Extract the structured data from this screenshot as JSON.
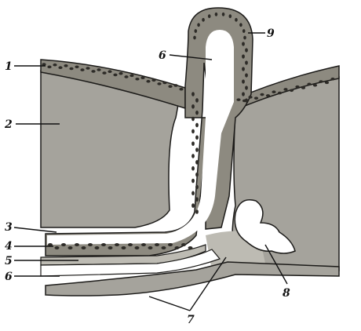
{
  "figure": {
    "colors": {
      "background": "#ffffff",
      "tissue_gray": "#a5a39c",
      "tissue_gray_light": "#bdbbb3",
      "epithelium": "#8d8a80",
      "nuclei": "#2d2b27",
      "outline": "#1c1b19",
      "lumen": "#ffffff"
    },
    "labels": [
      {
        "id": "label-1",
        "text": "1"
      },
      {
        "id": "label-2",
        "text": "2"
      },
      {
        "id": "label-3",
        "text": "3"
      },
      {
        "id": "label-4",
        "text": "4"
      },
      {
        "id": "label-5",
        "text": "5"
      },
      {
        "id": "label-6-left",
        "text": "6"
      },
      {
        "id": "label-6-top",
        "text": "6"
      },
      {
        "id": "label-7",
        "text": "7"
      },
      {
        "id": "label-8",
        "text": "8"
      },
      {
        "id": "label-9",
        "text": "9"
      }
    ]
  }
}
